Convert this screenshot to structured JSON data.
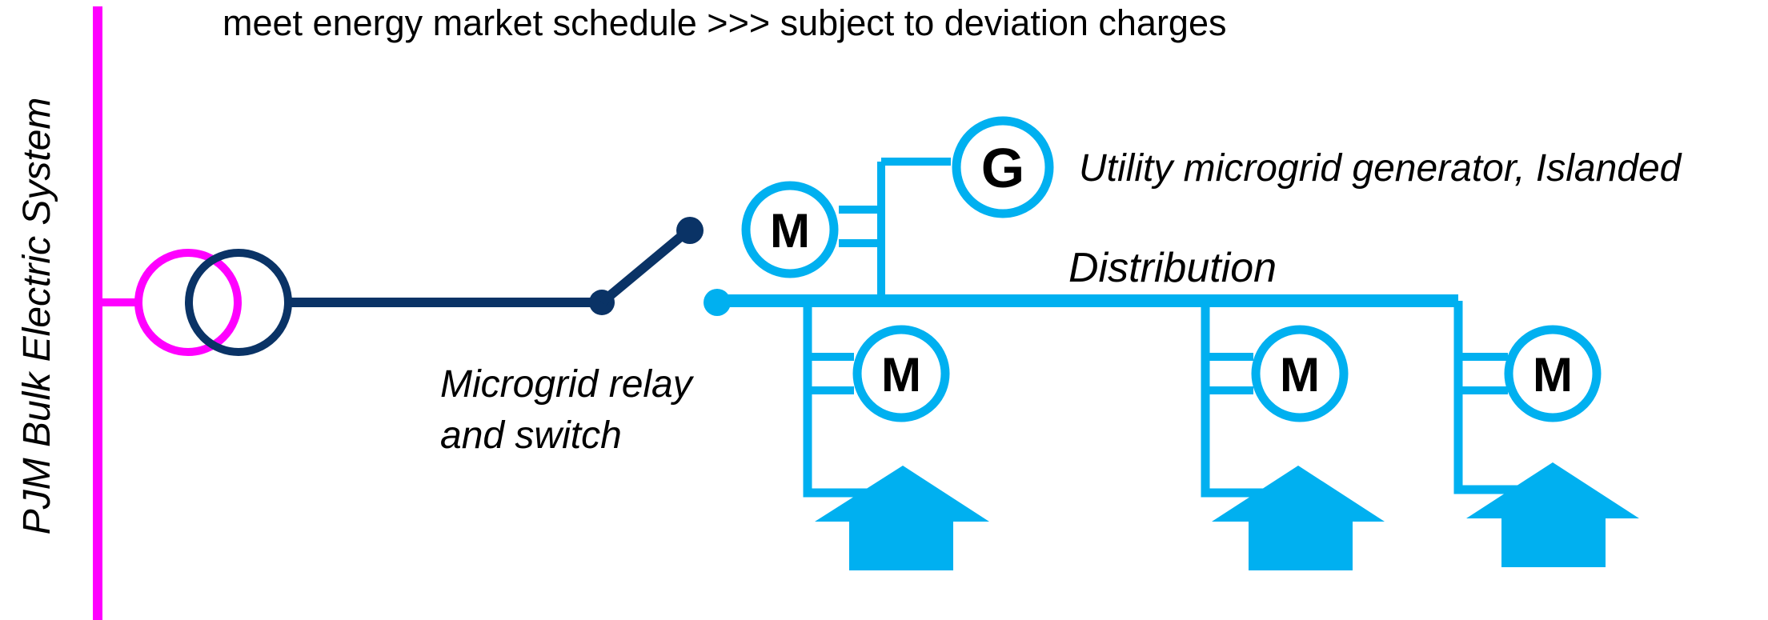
{
  "labels": {
    "bulk_system": "PJM Bulk Electric System",
    "top_note": "meet energy market schedule >>> subject to deviation charges",
    "generator_caption": "Utility microgrid generator, Islanded",
    "distribution": "Distribution",
    "relay_line1": "Microgrid relay",
    "relay_line2": "and switch",
    "generator_symbol": "G",
    "meter_symbol": "M"
  },
  "colors": {
    "bulk_bus": "#ff00ff",
    "utility_side": "#0a3366",
    "microgrid": "#00b0f0",
    "text": "#000000"
  }
}
